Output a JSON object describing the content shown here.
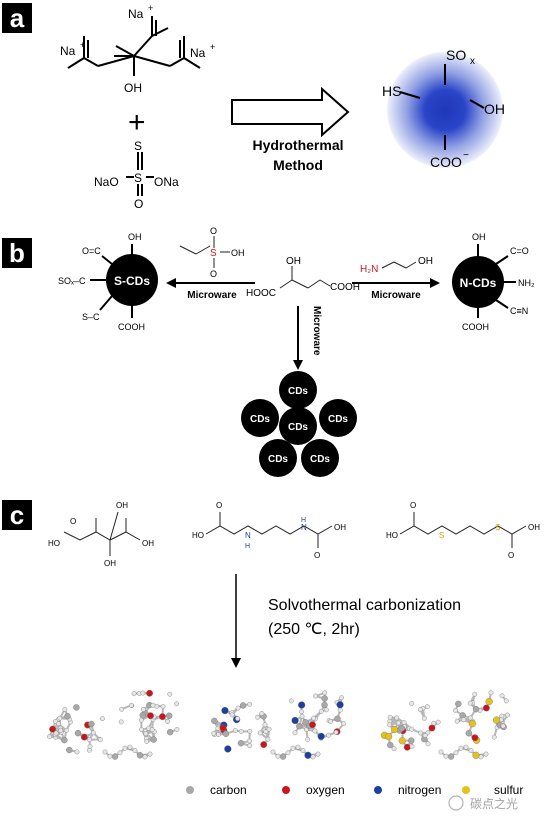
{
  "panel_labels": {
    "a": "a",
    "b": "b",
    "c": "c"
  },
  "panel_a": {
    "cation": "Na",
    "cation_charge": "+",
    "oh": "OH",
    "plus": "+",
    "thiosulfate_s": "S",
    "thiosulfate_o": "O",
    "thiosulfate_left": "NaO",
    "thiosulfate_right": "ONa",
    "arrow_label_line1": "Hydrothermal",
    "arrow_label_line2": "Method",
    "dot_groups": {
      "sox": "SO",
      "sox_sub": "x",
      "sh": "HS",
      "oh": "OH",
      "coo": "COO",
      "coo_charge": "−"
    }
  },
  "panel_b": {
    "s_dot_label": "S-CDs",
    "n_dot_label": "N-CDs",
    "cd_label": "CDs",
    "left_arrow_label": "Microware",
    "right_arrow_label": "Microware",
    "down_arrow_label": "Microware",
    "malic_hooc": "HOOC",
    "malic_cooh": "COOH",
    "malic_oh": "OH",
    "sulfonic_s": "S",
    "sulfonic_oh": "OH",
    "sulfonic_o": "O",
    "ethanolamine_nh2": "H₂N",
    "ethanolamine_oh": "OH",
    "s_groups": {
      "oh": "OH",
      "ceo": "O=C",
      "sox": "SOₓ–C",
      "s": "S–C",
      "cooh": "COOH"
    },
    "n_groups": {
      "oh": "OH",
      "ceo": "C=O",
      "nh2": "NH₂",
      "cn": "C≡N",
      "cooh": "COOH"
    }
  },
  "panel_c": {
    "oh": "OH",
    "o": "O",
    "ho": "HO",
    "n": "N",
    "h": "H",
    "s": "S",
    "process_line1": "Solvothermal  carbonization",
    "process_line2": "(250  ℃, 2hr)",
    "legend": [
      {
        "label": "carbon",
        "color": "#a8a8a8"
      },
      {
        "label": "oxygen",
        "color": "#c8161d"
      },
      {
        "label": "nitrogen",
        "color": "#1f3f9f"
      },
      {
        "label": "sulfur",
        "color": "#e5c21a"
      }
    ]
  },
  "watermark": "碳点之光",
  "colors": {
    "dot_blue": "#1f36b8",
    "amine_red": "#d01818",
    "black": "#000000"
  }
}
